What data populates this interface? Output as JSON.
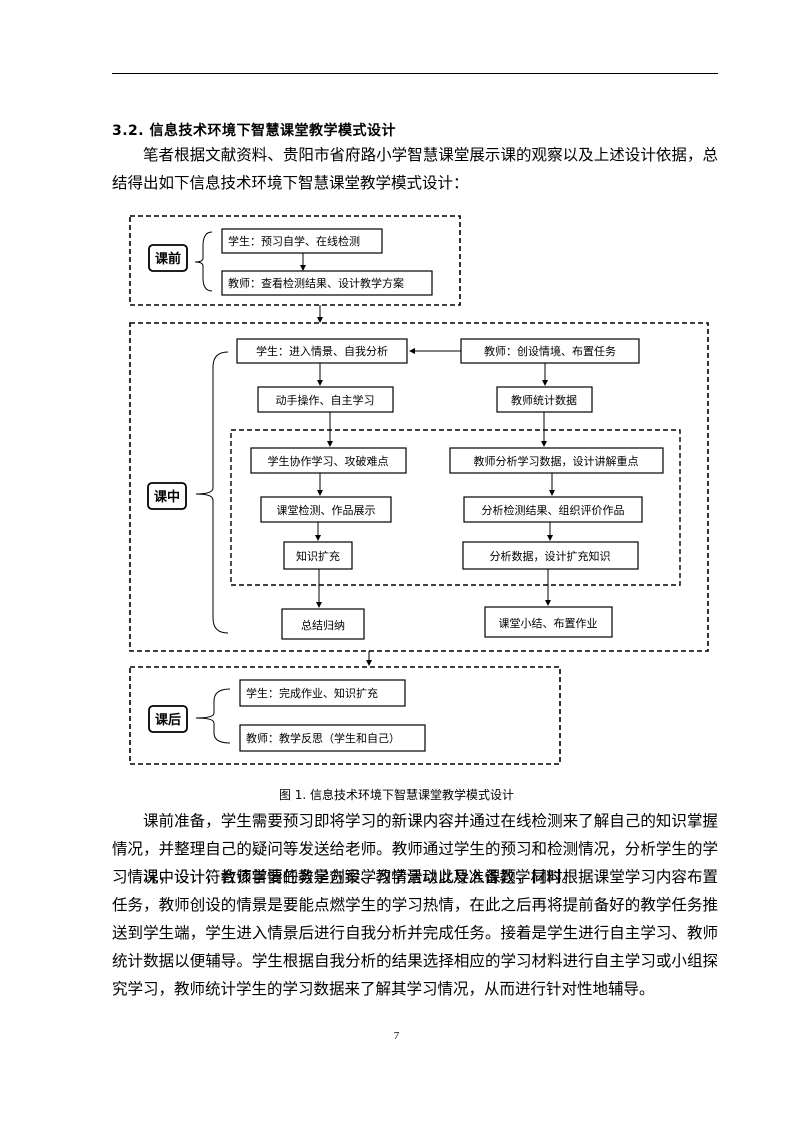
{
  "section": {
    "heading": "3.2. 信息技术环境下智慧课堂教学模式设计",
    "intro": "笔者根据文献资料、贵阳市省府路小学智慧课堂展示课的观察以及上述设计依据，总结得出如下信息技术环境下智慧课堂教学模式设计："
  },
  "diagram": {
    "pre_class": {
      "label": "课前",
      "student": "学生：预习自学、在线检测",
      "teacher": "教师：查看检测结果、设计教学方案"
    },
    "in_class": {
      "label": "课中",
      "student_enter": "学生：进入情景、自我分析",
      "teacher_create": "教师：创设情境、布置任务",
      "hands_on": "动手操作、自主学习",
      "teacher_stats": "教师统计数据",
      "student_collab": "学生协作学习、攻破难点",
      "teacher_analyze": "教师分析学习数据，设计讲解重点",
      "class_test": "课堂检测、作品展示",
      "analyze_results": "分析检测结果、组织评价作品",
      "knowledge_ext": "知识扩充",
      "design_ext": "分析数据，设计扩充知识",
      "summary": "总结归纳",
      "wrap_up": "课堂小结、布置作业"
    },
    "post_class": {
      "label": "课后",
      "student": "学生：完成作业、知识扩充",
      "teacher": "教师：教学反思（学生和自己）"
    }
  },
  "caption": "图 1. 信息技术环境下智慧课堂教学模式设计",
  "body": {
    "p1": "课前准备，学生需要预习即将学习的新课内容并通过在线检测来了解自己的知识掌握情况，并整理自己的疑问等发送给老师。教师通过学生的预习和检测情况，分析学生的学习情况，设计符合该学情的教学方案、教学活动以及准备教学材料。",
    "p2": "课中设计，教师首要任务是创设学习情景以此导入课题，同时根据课堂学习内容布置任务，教师创设的情景是要能点燃学生的学习热情，在此之后再将提前备好的教学任务推送到学生端，学生进入情景后进行自我分析并完成任务。接着是学生进行自主学习、教师统计数据以便辅导。学生根据自我分析的结果选择相应的学习材料进行自主学习或小组探究学习，教师统计学生的学习数据来了解其学习情况，从而进行针对性地辅导。"
  },
  "page_number": "7"
}
